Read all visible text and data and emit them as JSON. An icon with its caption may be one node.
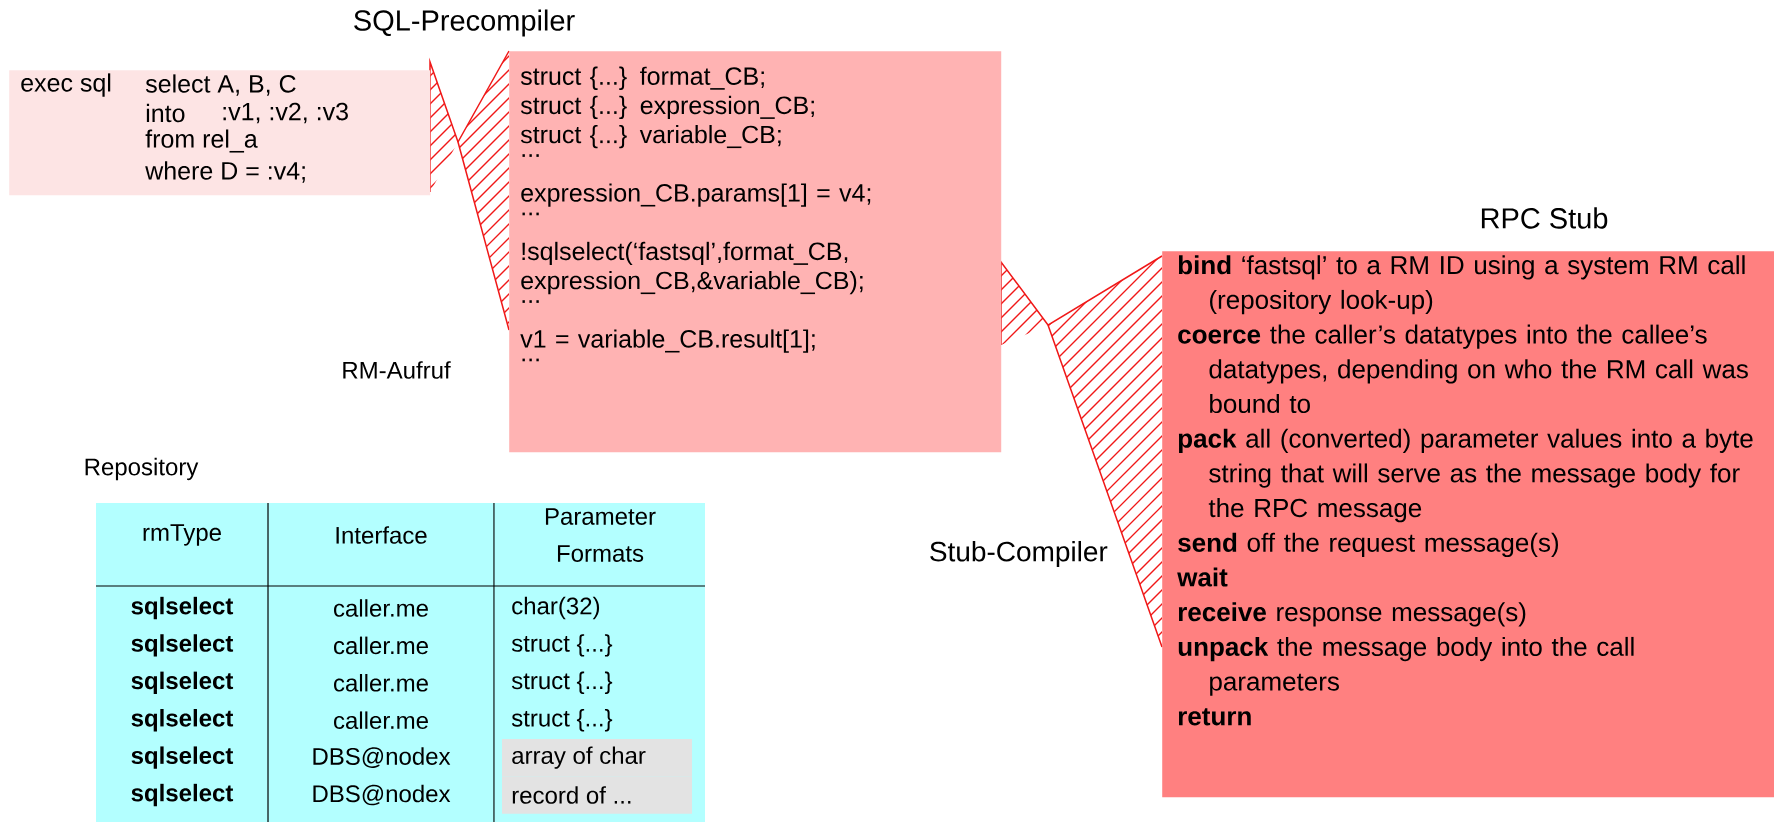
{
  "diagram": {
    "nodes": [
      {
        "text": [
          "exec sql",
          "select A, B, C",
          "into",
          ":v1, :v2, :v3",
          "from rel_a",
          "where D = :v4;"
        ]
      },
      {
        "text": [
          "struct {...} format_CB;",
          "struct {...} expression_CB;",
          "struct {...} variable_CB;",
          "...",
          "expression_CB.params[1] = v4;",
          "...",
          "!sqlselect(‘fastsql’,format_CB, expression_CB,&variable_CB);",
          "...",
          "v1 = variable_CB.result[1];",
          "..."
        ]
      },
      {
        "text": [
          "**bind** ‘fastsql’ to a RM ID using a system RM call (repository look-up)",
          "**coerce** the caller’s datatypes into the callee’s datatypes, depending on who the RM call was bound to",
          "**pack** all (converted) parameter values into a byte string that will serve as the message body for the RPC message",
          "**send** off the request message(s)",
          "**wait**",
          "**receive** response message(s)",
          "**unpack** the message body into the call parameters",
          "**return**"
        ]
      }
    ],
    "labels": [
      "SQL-Precompiler",
      "RPC Stub",
      "RM-Aufruf",
      "Repository",
      "Stub-Compiler",
      "rmType",
      "Interface",
      "Parameter Formats",
      "sqlselect",
      "caller.me",
      "char(32)",
      "sqlselect",
      "caller.me",
      "struct {...}",
      "sqlselect",
      "caller.me",
      "struct {...}",
      "sqlselect",
      "caller.me",
      "struct {...}",
      "sqlselect",
      "DBS@nodex",
      "array of char",
      "sqlselect",
      "DBS@nodex",
      "record of ..."
    ]
  }
}
